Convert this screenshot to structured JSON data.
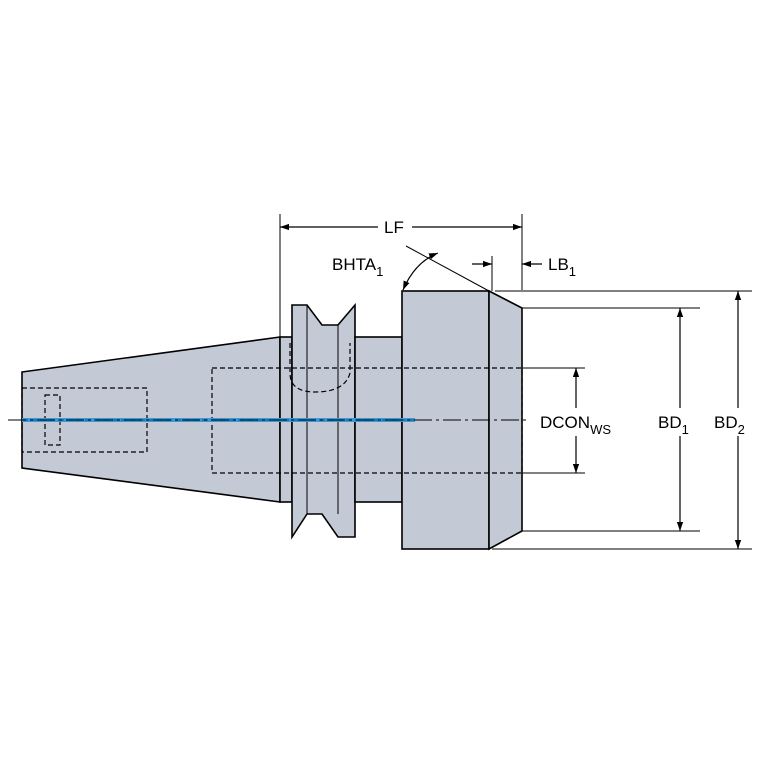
{
  "colors": {
    "body": "#c3cad6",
    "outline": "#000000",
    "coolant": "#3a9ad9",
    "background": "#ffffff"
  },
  "dimensions": {
    "lf": {
      "main": "LF",
      "sub": ""
    },
    "bhta": {
      "main": "BHTA",
      "sub": "1"
    },
    "lb": {
      "main": "LB",
      "sub": "1"
    },
    "dcon": {
      "main": "DCON",
      "sub": "WS"
    },
    "bd1": {
      "main": "BD",
      "sub": "1"
    },
    "bd2": {
      "main": "BD",
      "sub": "2"
    }
  }
}
